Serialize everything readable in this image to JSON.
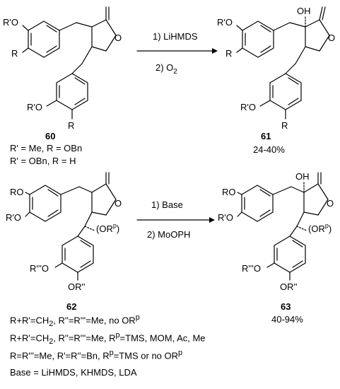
{
  "scheme1": {
    "compound_start": "60",
    "compound_product": "61",
    "step1": "1) LiHMDS",
    "step2_prefix": "2) O",
    "step2_sub": "2",
    "yield": "24-40%",
    "conditions": [
      "R' = Me, R = OBn",
      "R' = OBn, R = H"
    ],
    "substituent_labels": {
      "ro_prime": "R'O",
      "r": "R",
      "oh": "OH",
      "o": "O"
    }
  },
  "scheme2": {
    "compound_start": "62",
    "compound_product": "63",
    "step1": "1) Base",
    "step2": "2) MoOPH",
    "yield": "40-94%",
    "substituent_labels": {
      "ro": "RO",
      "ro_prime": "R'O",
      "r3o": "R'''O",
      "or2": "OR''",
      "orp_base": "(OR",
      "orp_sup": "p",
      "orp_close": ")",
      "oh": "OH",
      "o": "O"
    }
  },
  "legend": [
    {
      "text": "R+R'=CH",
      "sub": "2",
      "rest": ", R''=R'''=Me, no OR",
      "sup": "p",
      "tail": ""
    },
    {
      "text": "R+R'=CH",
      "sub": "2",
      "rest": ", R''=R'''=Me, R",
      "sup": "p",
      "tail": "=TMS, MOM, Ac, Me"
    },
    {
      "text": "R=R'''=Me, R'=R''=Bn, R",
      "sub": "",
      "rest": "",
      "sup": "p",
      "tail": "=TMS or no OR",
      "sup2": "p"
    },
    {
      "text": "Base = LiHMDS, KHMDS, LDA",
      "sub": "",
      "rest": "",
      "sup": "",
      "tail": ""
    }
  ]
}
